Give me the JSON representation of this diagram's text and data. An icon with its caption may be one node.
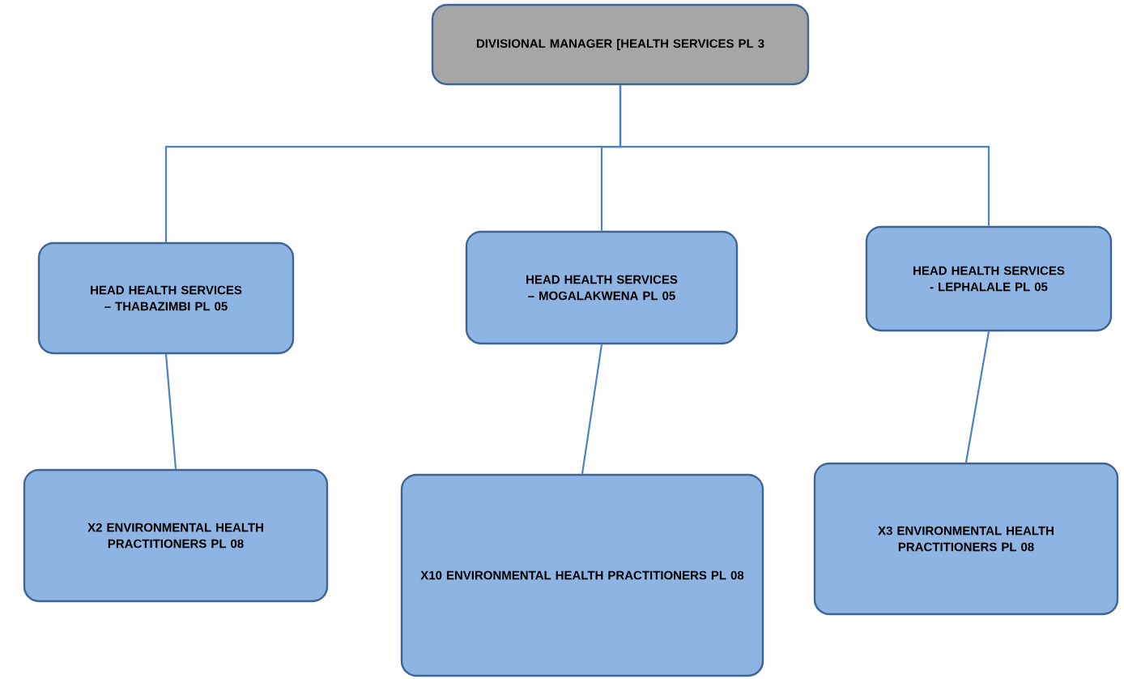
{
  "diagram": {
    "nodes": [
      {
        "text": [
          "DIVISIONAL MANAGER [HEALTH SERVICES PL 3"
        ]
      },
      {
        "text": [
          "HEAD HEALTH SERVICES – THABAZIMBI PL 05"
        ]
      },
      {
        "text": [
          "HEAD HEALTH SERVICES – MOGALAKWENA PL 05"
        ]
      },
      {
        "text": [
          "HEAD HEALTH SERVICES - LEPHALALE PL 05"
        ]
      },
      {
        "text": [
          "X2 ENVIRONMENTAL HEALTH PRACTITIONERS PL 08"
        ]
      },
      {
        "text": [
          "X10 ENVIRONMENTAL HEALTH PRACTITIONERS PL 08"
        ]
      },
      {
        "text": [
          "X3 ENVIRONMENTAL HEALTH PRACTITIONERS PL 08"
        ]
      }
    ],
    "edges": [
      {
        "from": 0,
        "to": 1,
        "arrow": "none"
      },
      {
        "from": 0,
        "to": 2,
        "arrow": "none"
      },
      {
        "from": 0,
        "to": 3,
        "arrow": "none"
      },
      {
        "from": 1,
        "to": 4,
        "arrow": "none"
      },
      {
        "from": 2,
        "to": 5,
        "arrow": "none"
      },
      {
        "from": 3,
        "to": 6,
        "arrow": "none"
      }
    ]
  }
}
